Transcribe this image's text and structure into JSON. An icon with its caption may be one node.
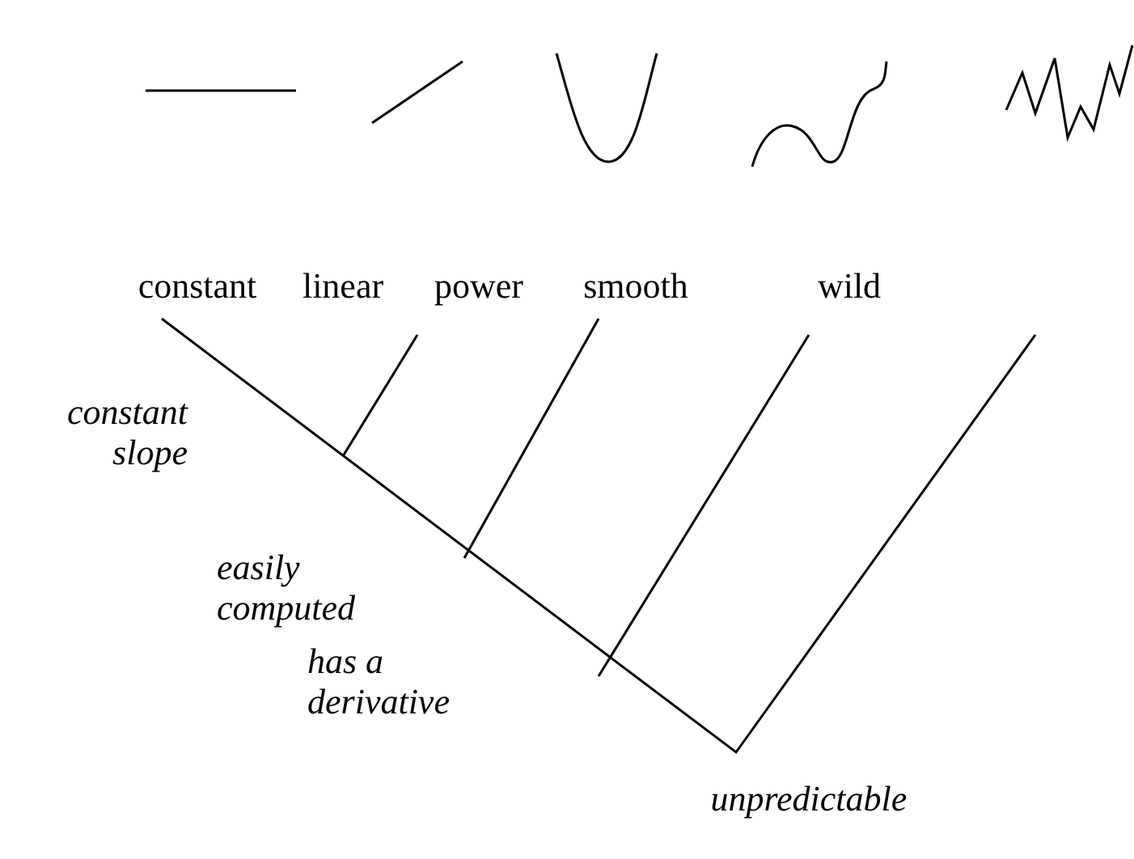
{
  "diagram": {
    "labels": [
      "constant",
      "linear",
      "power",
      "smooth",
      "wild",
      "constant slope",
      "easily computed",
      "has a derivative",
      "unpredictable"
    ]
  }
}
